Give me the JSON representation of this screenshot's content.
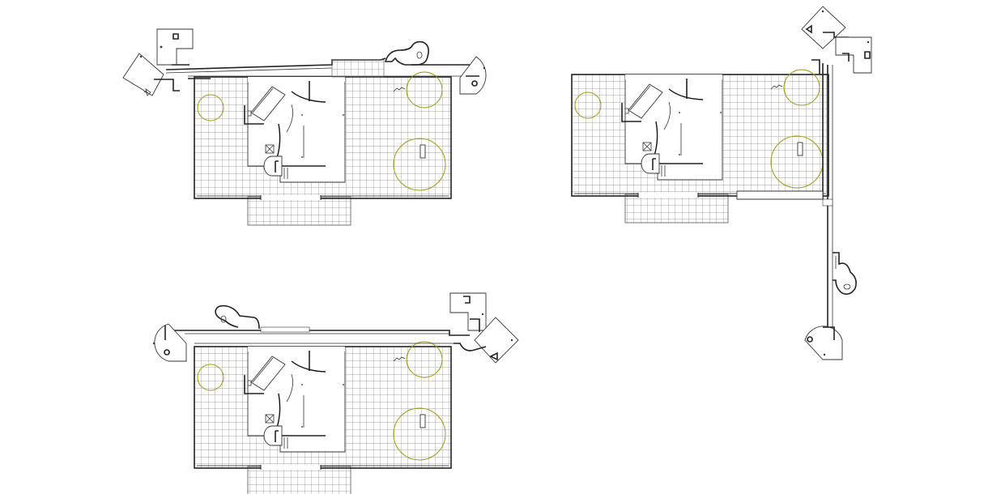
{
  "drawing": {
    "plans": [
      {
        "id": "plan-top-left",
        "variant": "entry-left"
      },
      {
        "id": "plan-top-right",
        "variant": "entry-vertical"
      },
      {
        "id": "plan-bottom-left",
        "variant": "entry-right"
      }
    ],
    "colors": {
      "line": "#222222",
      "grid": "#9a9a9a",
      "tree": "#9a9a20",
      "background": "#ffffff"
    }
  }
}
